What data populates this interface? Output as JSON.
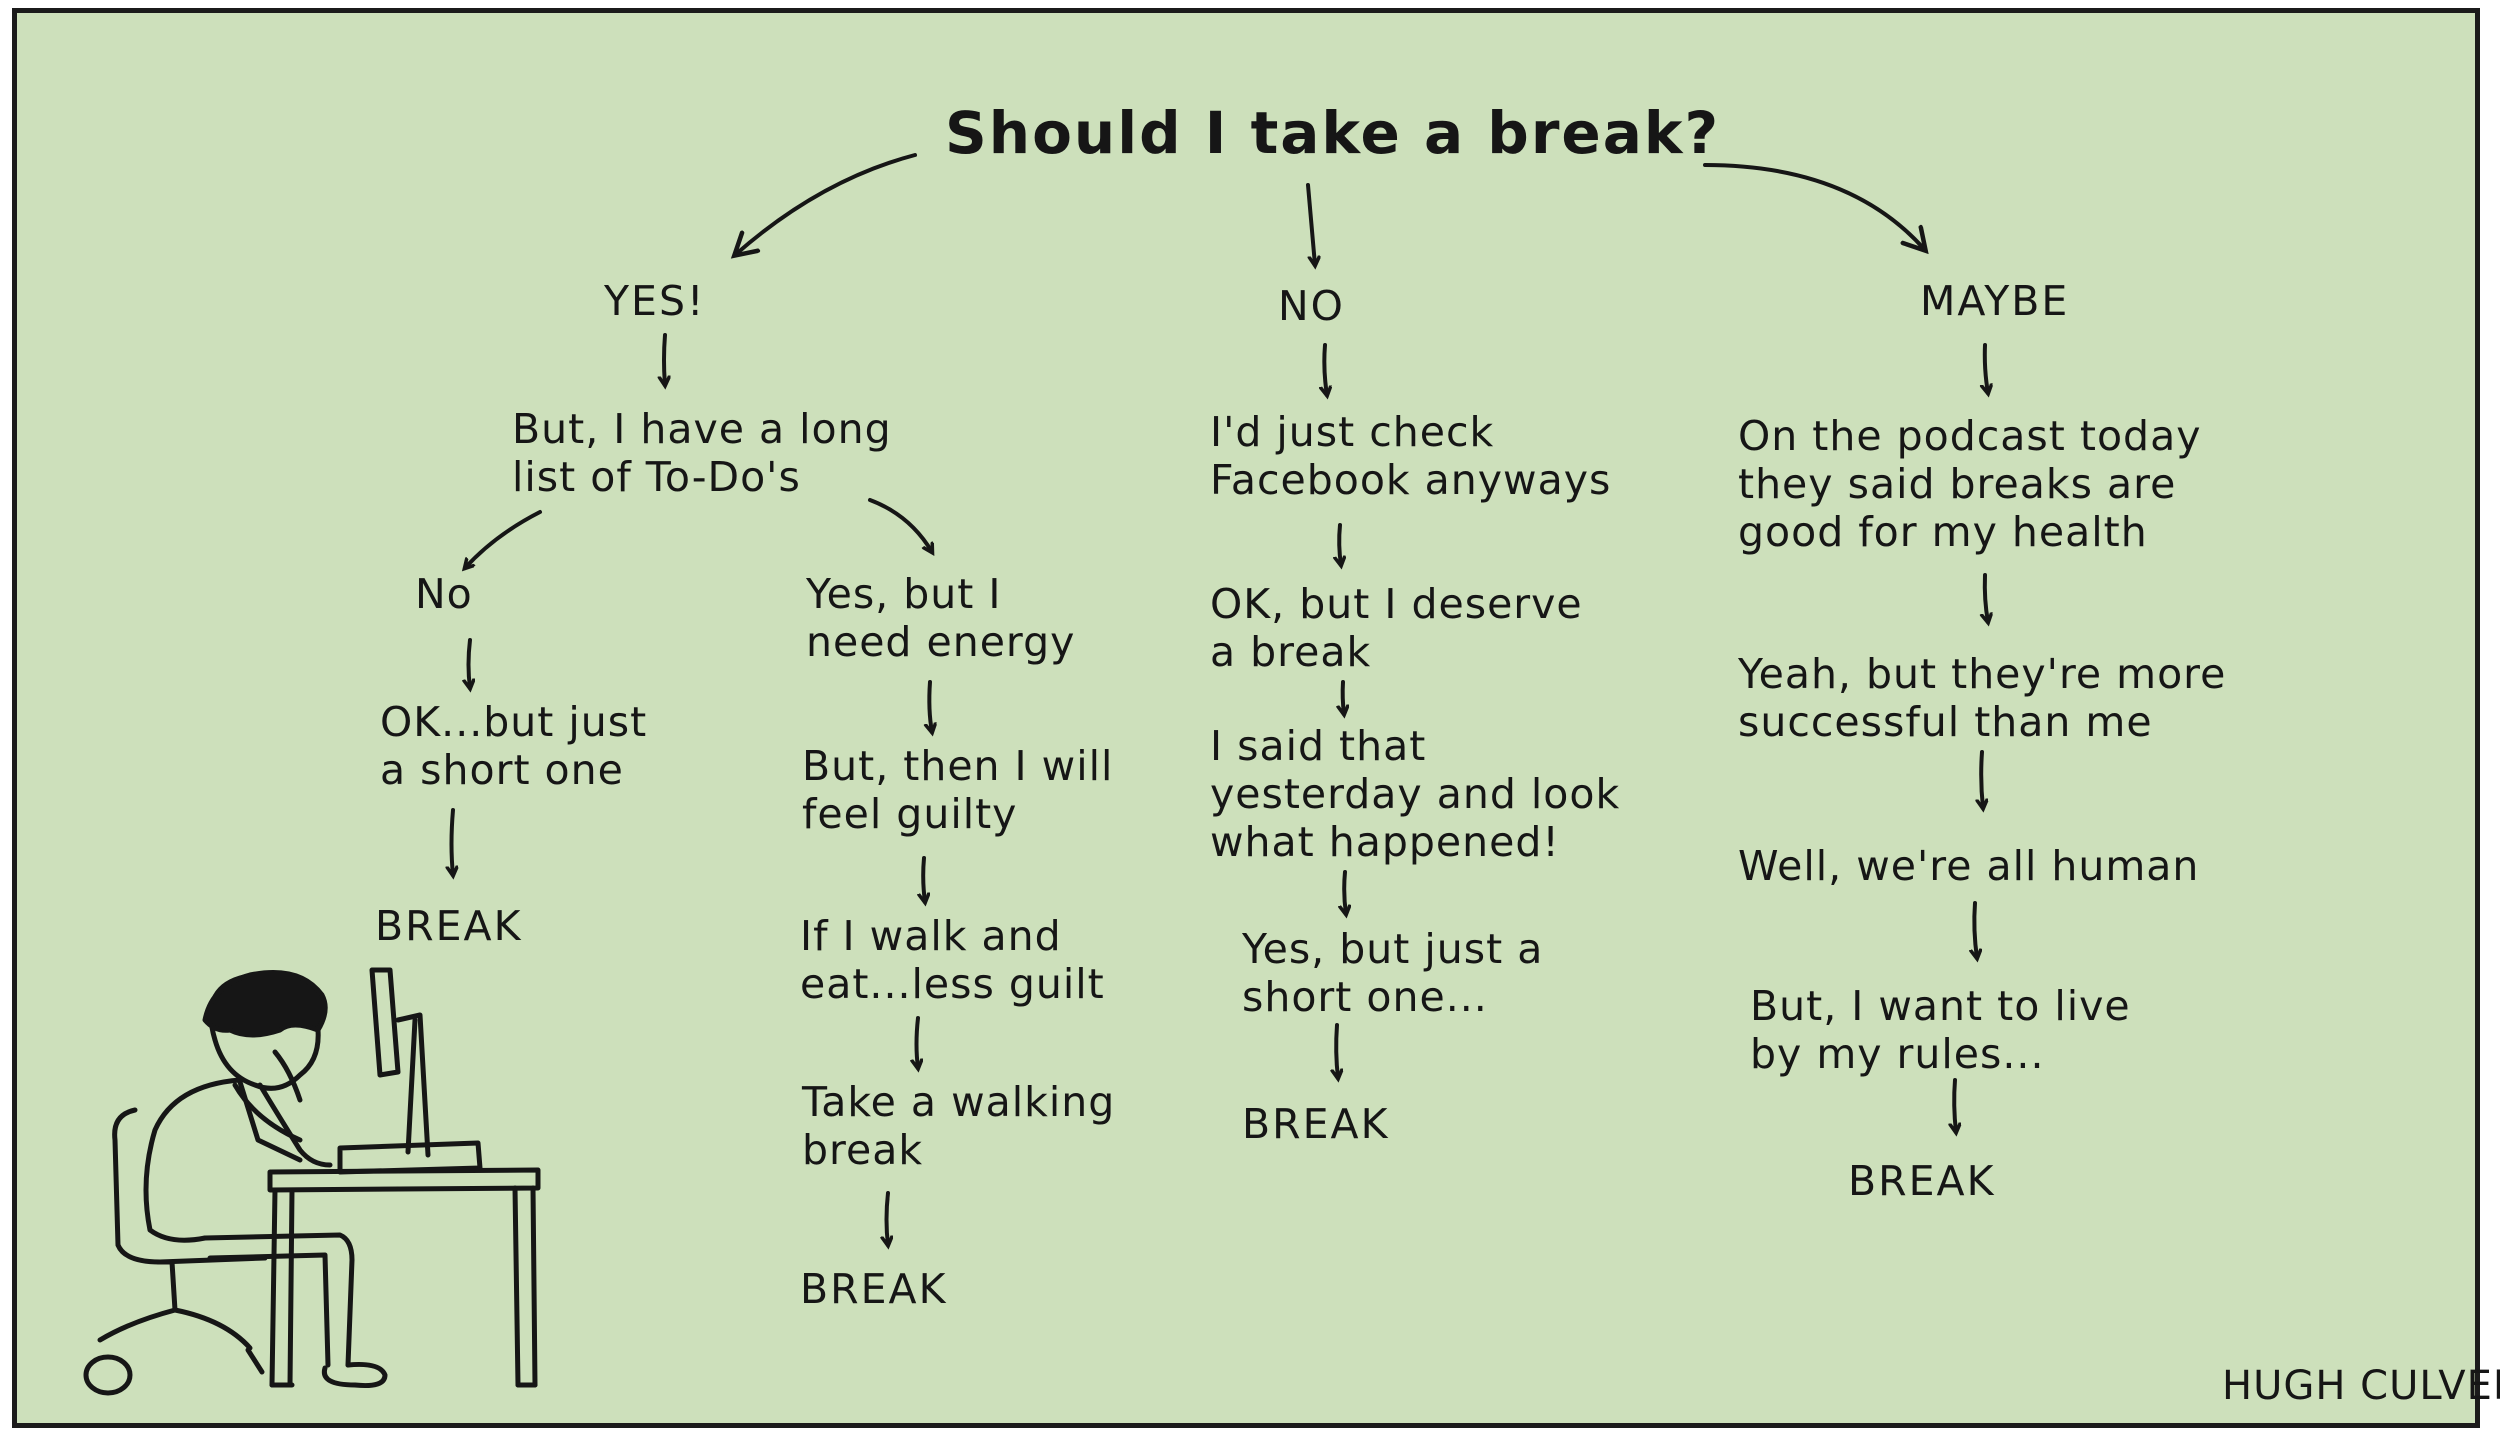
{
  "title": "Should I take a break?",
  "signature": "HUGH CULVER",
  "branches": {
    "yes": {
      "label": "YES!",
      "step1": "But, I have a long\nlist of To-Do's",
      "no_path": {
        "label": "No",
        "steps": [
          "OK...but just\na short one"
        ],
        "end": "BREAK"
      },
      "yes_path": {
        "label": "Yes, but I\nneed energy",
        "steps": [
          "But, then I will\nfeel guilty",
          "If I walk and\neat...less guilt",
          "Take a walking\nbreak"
        ],
        "end": "BREAK"
      }
    },
    "no": {
      "label": "NO",
      "steps": [
        "I'd just check\nFacebook anyways",
        "OK, but I deserve\na break",
        "I said that\nyesterday and look\nwhat happened!",
        "Yes, but just a\nshort one..."
      ],
      "end": "BREAK"
    },
    "maybe": {
      "label": "MAYBE",
      "steps": [
        "On the podcast today\nthey said breaks are\ngood for my health",
        "Yeah, but they're more\nsuccessful than me",
        "Well, we're all human",
        "But, I want to live\nby my rules..."
      ],
      "end": "BREAK"
    }
  },
  "colors": {
    "background": "#cde0bb",
    "ink": "#161616"
  },
  "illustration": "person-at-desk"
}
